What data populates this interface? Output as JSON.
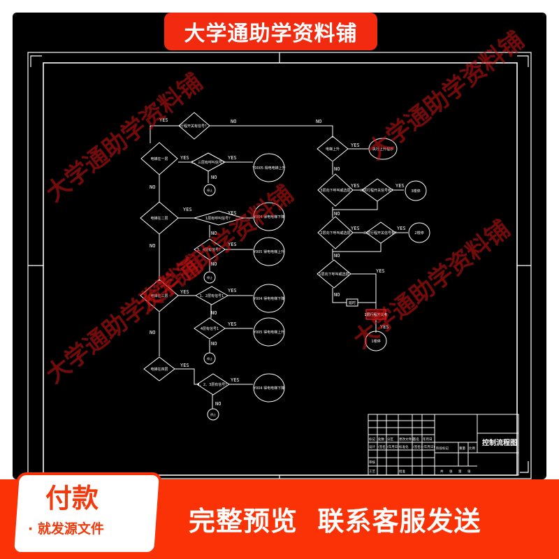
{
  "banner": {
    "title": "大学通助学资料铺"
  },
  "watermark": "大学通助学资料铺",
  "drawing": {
    "nodes": [
      "行程开关有信号？",
      "电梯在一层",
      "二、三层有呼叫信号？",
      "Y0005 得电电梯上升",
      "停止",
      "电梯在二层",
      "1层有呼叫信号？",
      "Y004 得电电梯下降",
      "3、4层有信号？",
      "Y005 得电电梯上升",
      "停止",
      "电梯在三层",
      "1、2层有信号1",
      "Y004 得电电梯下降",
      "4层有信号1",
      "Y005 得电电梯上升",
      "停止",
      "电梯在四层",
      "1、2、3层有信号？",
      "Y004 得电电梯下降",
      "停止",
      "电梯上升",
      "执行上升程序",
      "3层向下呼叫或选层",
      "三层行程开关信号有？",
      "3楼停",
      "2层向下呼叫或选层",
      "二层行程开关信号有？",
      "2楼停",
      "1层向下呼叫或选层",
      "延时",
      "1层行程开关有",
      "1楼停"
    ],
    "yes": "YES",
    "no": "NO",
    "title_block": {
      "drawing_title": "控制流程图",
      "row_labels": [
        "标记",
        "处数",
        "分区",
        "更改文件号",
        "签名",
        "年月日",
        "设计",
        "(签名)",
        "(年月日)",
        "标准化",
        "(签名)",
        "(年月日)",
        "审核",
        "工艺",
        "批准"
      ],
      "stage_labels": [
        "阶段标记",
        "重量",
        "比例"
      ],
      "sheet_labels": [
        "共",
        "张",
        "第",
        "张"
      ]
    }
  },
  "footer": {
    "pay_title": "付款",
    "pay_subtitle": "· 就发源文件",
    "cta": "完整预览  联系客服发送"
  },
  "colors": {
    "accent": "#fb3206",
    "banner": "#f22a10",
    "canvas": "#000000",
    "lines": "#ffffff"
  }
}
